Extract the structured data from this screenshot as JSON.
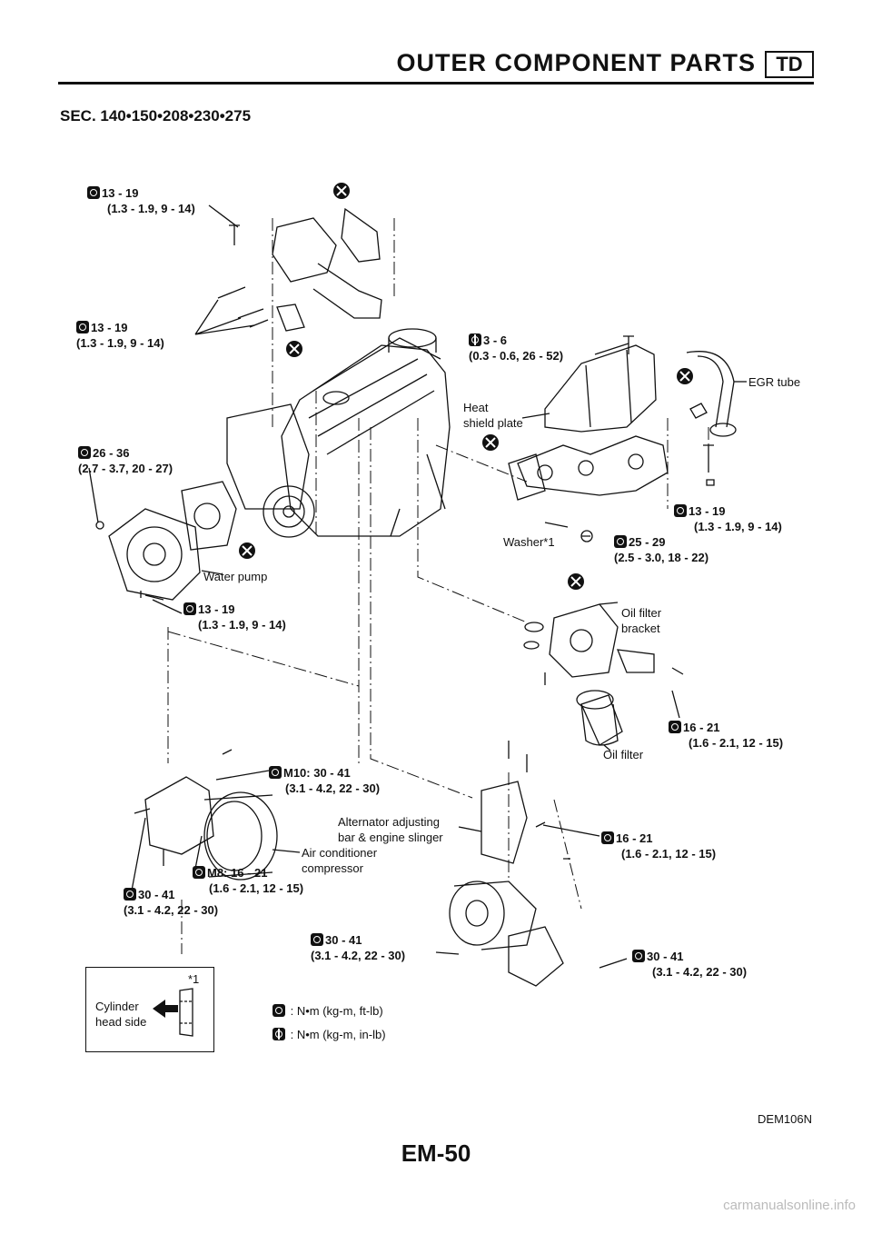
{
  "header": {
    "title": "OUTER COMPONENT PARTS",
    "badge": "TD"
  },
  "section": "SEC. 140•150•208•230•275",
  "callouts": [
    {
      "id": "c1",
      "t1": "13 - 19",
      "t2": "(1.3 - 1.9, 9 - 14)"
    },
    {
      "id": "c2",
      "t1": "13 - 19",
      "t2": "(1.3 - 1.9, 9 - 14)"
    },
    {
      "id": "c3",
      "t1": "3 - 6",
      "t2": "(0.3 - 0.6, 26 - 52)"
    },
    {
      "id": "c4",
      "t1": "26 - 36",
      "t2": "(2.7 - 3.7, 20 - 27)"
    },
    {
      "id": "c5",
      "t1": "13 - 19",
      "t2": "(1.3 - 1.9, 9 - 14)"
    },
    {
      "id": "c6",
      "t1": "25 - 29",
      "t2": "(2.5 - 3.0, 18 - 22)"
    },
    {
      "id": "c7",
      "t1": "13 - 19",
      "t2": "(1.3 - 1.9, 9 - 14)"
    },
    {
      "id": "c8",
      "t1": "16 - 21",
      "t2": "(1.6 - 2.1, 12 - 15)"
    },
    {
      "id": "c9",
      "t1": "M10: 30 - 41",
      "t2": "(3.1 - 4.2, 22 - 30)"
    },
    {
      "id": "c10",
      "t1": "16 - 21",
      "t2": "(1.6 - 2.1, 12 - 15)"
    },
    {
      "id": "c11",
      "t1": "M8: 16 - 21",
      "t2": "(1.6 - 2.1, 12 - 15)"
    },
    {
      "id": "c12",
      "t1": "30 - 41",
      "t2": "(3.1 - 4.2, 22 - 30)"
    },
    {
      "id": "c13",
      "t1": "30 - 41",
      "t2": "(3.1 - 4.2, 22 - 30)"
    },
    {
      "id": "c14",
      "t1": "30 - 41",
      "t2": "(3.1 - 4.2, 22 - 30)"
    }
  ],
  "parts": {
    "egr_tube": "EGR tube",
    "heat_shield_1": "Heat",
    "heat_shield_2": "shield plate",
    "washer": "Washer*1",
    "water_pump": "Water pump",
    "oil_filter_bracket_1": "Oil filter",
    "oil_filter_bracket_2": "bracket",
    "oil_filter": "Oil filter",
    "alt_bar_1": "Alternator adjusting",
    "alt_bar_2": "bar & engine slinger",
    "ac_comp_1": "Air conditioner",
    "ac_comp_2": "compressor"
  },
  "legend": {
    "note_mark": "*1",
    "cyl_1": "Cylinder",
    "cyl_2": "head side",
    "unit_ft": ": N•m (kg-m, ft-lb)",
    "unit_in": ": N•m (kg-m, in-lb)"
  },
  "figure_ref": "DEM106N",
  "page_number": "EM-50",
  "watermark": "carmanualsonline.info"
}
